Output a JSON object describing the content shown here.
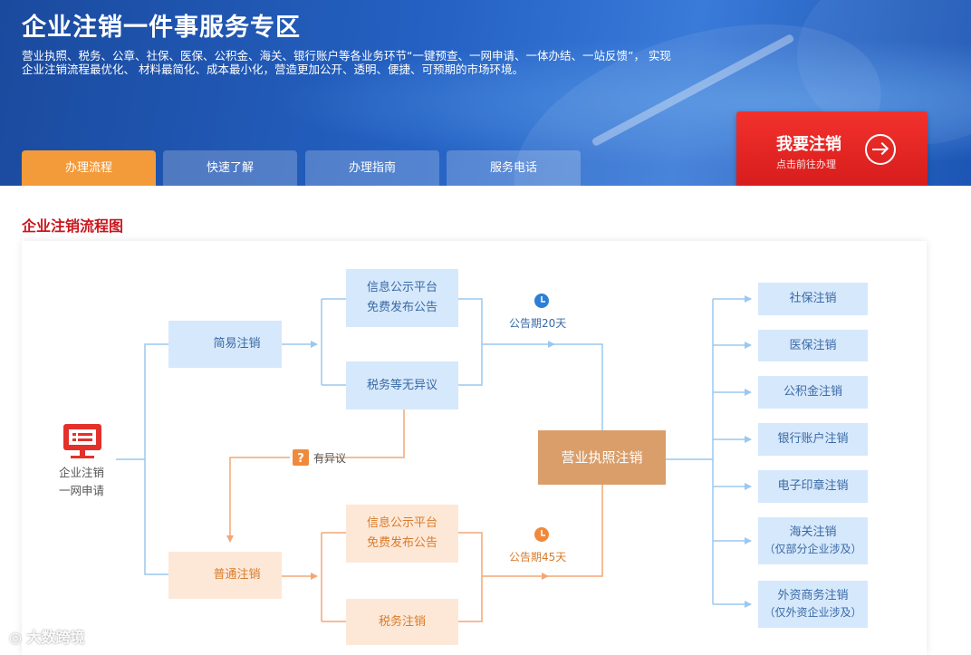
{
  "hero": {
    "title": "企业注销一件事服务专区",
    "desc_line1": "营业执照、税务、公章、社保、医保、公积金、海关、银行账户等各业务环节“一键预查、一网申请、一体办结、一站反馈”， 实现",
    "desc_line2": "企业注销流程最优化、 材料最简化、成本最小化，营造更加公开、透明、便捷、可预期的市场环境。"
  },
  "tabs": [
    {
      "label": "办理流程",
      "active": true
    },
    {
      "label": "快速了解",
      "active": false
    },
    {
      "label": "办理指南",
      "active": false
    },
    {
      "label": "服务电话",
      "active": false
    }
  ],
  "cta": {
    "title": "我要注销",
    "subtitle": "点击前往办理"
  },
  "section": {
    "title": "企业注销流程图"
  },
  "flow": {
    "start_line1": "企业注销",
    "start_line2": "一网申请",
    "simple": "简易注销",
    "normal": "普通注销",
    "simple_pub_line1": "信息公示平台",
    "simple_pub_line2": "免费发布公告",
    "simple_tax": "税务等无异议",
    "normal_pub_line1": "信息公示平台",
    "normal_pub_line2": "免费发布公告",
    "normal_tax": "税务注销",
    "objection": "有异议",
    "period20": "公告期20天",
    "period45": "公告期45天",
    "license": "营业执照注销",
    "items": [
      {
        "line1": "社保注销",
        "line2": ""
      },
      {
        "line1": "医保注销",
        "line2": ""
      },
      {
        "line1": "公积金注销",
        "line2": ""
      },
      {
        "line1": "银行账户注销",
        "line2": ""
      },
      {
        "line1": "电子印章注销",
        "line2": ""
      },
      {
        "line1": "海关注销",
        "line2": "（仅部分企业涉及）"
      },
      {
        "line1": "外资商务注销",
        "line2": "（仅外资企业涉及）"
      }
    ]
  },
  "watermark": "大数跨境",
  "colors": {
    "accent_tab": "#f39b3a",
    "cta_red": "#e02424",
    "section_red": "#c8161d",
    "license_box": "#d99e6a"
  }
}
